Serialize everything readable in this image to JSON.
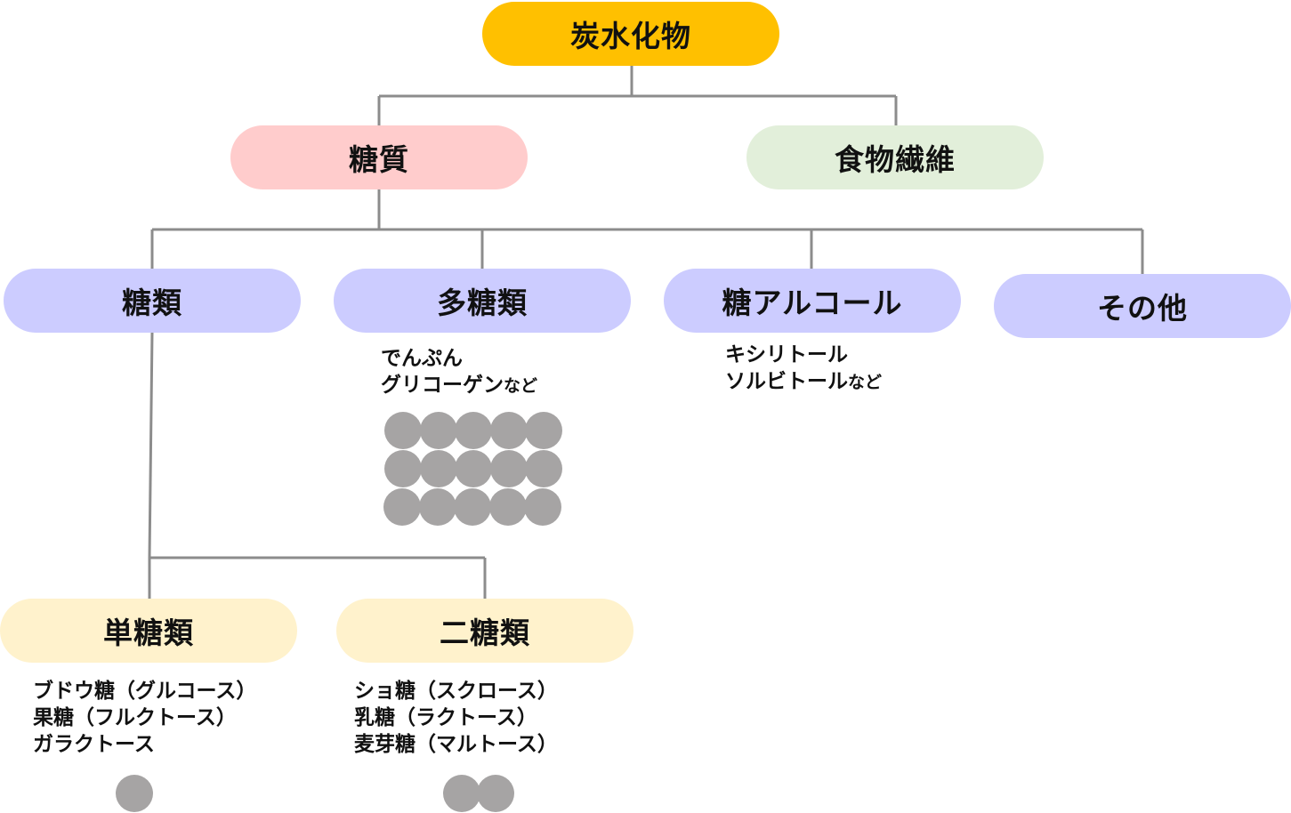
{
  "colors": {
    "root": "#ffc000",
    "sugar": "#ffcccc",
    "fiber": "#e2efda",
    "category": "#ccccff",
    "subcategory": "#fff2cc",
    "connector": "#8c8c8c",
    "molecule": "#a6a4a4"
  },
  "nodes": {
    "root": "炭水化物",
    "sugar": "糖質",
    "fiber": "食物繊維",
    "saccharides": "糖類",
    "polysaccharides": "多糖類",
    "sugar_alcohol": "糖アルコール",
    "other": "その他",
    "monosaccharides": "単糖類",
    "disaccharides": "二糖類"
  },
  "notes": {
    "polysaccharides": {
      "line1": "でんぷん",
      "line2": "グリコーゲン",
      "suffix": "など"
    },
    "sugar_alcohol": {
      "line1": "キシリトール",
      "line2": "ソルビトール",
      "suffix": "など"
    },
    "monosaccharides": [
      "ブドウ糖（グルコース）",
      "果糖（フルクトース）",
      "ガラクトース"
    ],
    "disaccharides": [
      "ショ糖（スクロース）",
      "乳糖（ラクトース）",
      "麦芽糖（マルトース）"
    ]
  },
  "molecules": {
    "monosaccharide_count": 1,
    "disaccharide_count": 2,
    "polysaccharide_rows": 3,
    "polysaccharide_cols": 5
  }
}
